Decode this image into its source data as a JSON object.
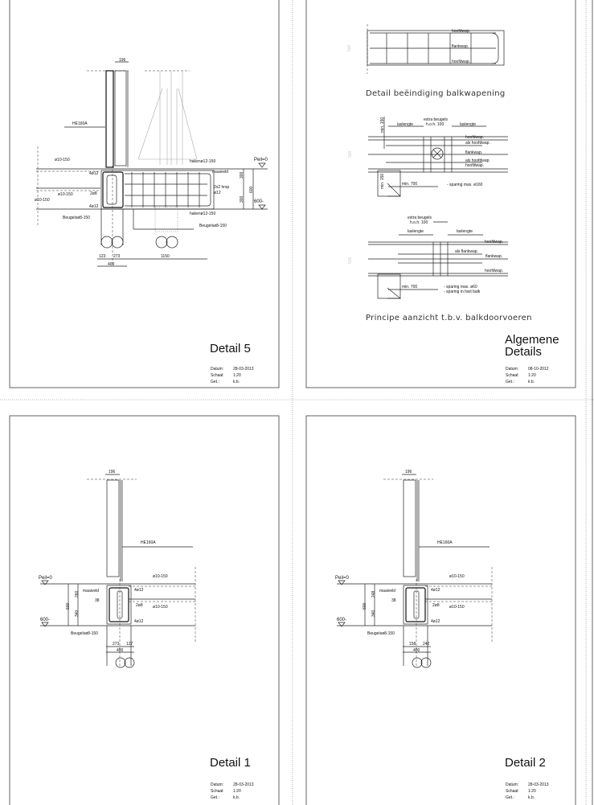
{
  "sheets": {
    "detail5": {
      "title": "Detail 5",
      "datum_label": "Datum:",
      "datum": "28-03-2013",
      "schaal_label": "Schaal:",
      "schaal": "1:20",
      "get_label": "Get.:",
      "get": "k.b.",
      "labels": {
        "dim_196": "196",
        "he160a": "HE160A",
        "bar_top": "ø10-150",
        "bar_4_12_top": "4ø12",
        "bar_2_8": "2ø8",
        "bar_mid": "ø10-150",
        "bar_left": "ø10-150",
        "bar_4_12_bot": "4ø12",
        "beugels_left": "Beugelsø8-150",
        "haken_top": "hakenø12-150",
        "maaiveld": "maaiveld",
        "hrsp": "2x2 hrsp",
        "hrsp2": "ø12",
        "haken_bot": "hakenø12-150",
        "beugels_right": "Beugelsø8-150",
        "peil": "Peil=0",
        "level600": "600-",
        "dim_300a": "300",
        "dim_300b": "300",
        "dim_600": "600",
        "dim_123": "123",
        "dim_273": "273",
        "dim_1150": "1150",
        "dim_400": "400"
      }
    },
    "algemene": {
      "title_line1": "Algemene",
      "title_line2": "Details",
      "datum_label": "Datum:",
      "datum": "08-10-2012",
      "schaal_label": "Schaal:",
      "schaal": "1:20",
      "get_label": "Get.:",
      "get": "k.b.",
      "caption_top": "Detail beëindiging balkwapening",
      "caption_bottom": "Principe aanzicht t.b.v. balkdoorvoeren",
      "labels": {
        "dim_500a": "500",
        "hoofdwap1": "hoofdwap.",
        "flankwap1": "flankwap.",
        "hoofdwap2": "hoofdwap.",
        "min150a": "min. 150",
        "laslengte1": "laslengte",
        "extra_beugels1": "extra beugels",
        "hoh1": "h.o.h. 100",
        "laslengte2": "laslengte",
        "hoofdwap3": "hoofdwap.",
        "als_hoofdwap1": "als hoofdwap.",
        "flankwap2": "flankwap.",
        "als_hoofdwap2": "als hoofdwap.",
        "hoofdwap4": "hoofdwap.",
        "dim_500b": "500",
        "min150b": "min. 150",
        "min700a": "min. 700",
        "sparing1": "- sparing max. ø160",
        "extra_beugels2": "extra beugels",
        "hoh2": "h.o.h. 100",
        "laslengte3": "laslengte",
        "laslengte4": "laslengte",
        "hoofdwap5": "hoofdwap.",
        "als_flankwap": "als flankwap.",
        "flankwap3": "flankwap.",
        "hoofdwap6": "hoofdwap.",
        "dim_500c": "500",
        "min700b": "min. 700",
        "sparing2": "- sparing max. ø60",
        "sparing3": "- sparing in hart balk"
      }
    },
    "detail1": {
      "title": "Detail 1",
      "datum_label": "Datum:",
      "datum": "28-03-2013",
      "schaal_label": "Schaal:",
      "schaal": "1:20",
      "get_label": "Get.:",
      "get": "k.b.",
      "labels": {
        "dim_196": "196",
        "he160a": "HE160A",
        "peil": "Peil=0",
        "bar_top": "ø10-150",
        "maaiveld": "maaiveld",
        "bar_4_12_top": "4ø12",
        "dim_260": "260",
        "dim_600": "600",
        "dim_38": "38",
        "bar_2_8": "2ø8",
        "bar_mid": "ø10-150",
        "dim_340": "340",
        "level600": "600-",
        "bar_4_12_bot": "4ø12",
        "beugels": "Beugelsø8-150",
        "dim_a": "273",
        "dim_b": "127",
        "dim_400": "400"
      }
    },
    "detail2": {
      "title": "Detail 2",
      "datum_label": "Datum:",
      "datum": "28-03-2013",
      "schaal_label": "Schaal:",
      "schaal": "1:20",
      "get_label": "Get.:",
      "get": "k.b.",
      "labels": {
        "dim_196": "196",
        "he160a": "HE160A",
        "peil": "Peil=0",
        "bar_top": "ø10-150",
        "maaiveld": "maaiveld",
        "bar_4_12_top": "4ø12",
        "dim_260": "248",
        "dim_600": "600",
        "dim_38": "38",
        "bar_2_8": "2ø8",
        "bar_mid": "ø10-150",
        "dim_340": "340",
        "level600": "600-",
        "bar_4_12_bot": "4ø12",
        "beugels": "Beugelsø8-150",
        "dim_a": "158",
        "dim_b": "242",
        "dim_400": "400"
      }
    }
  }
}
